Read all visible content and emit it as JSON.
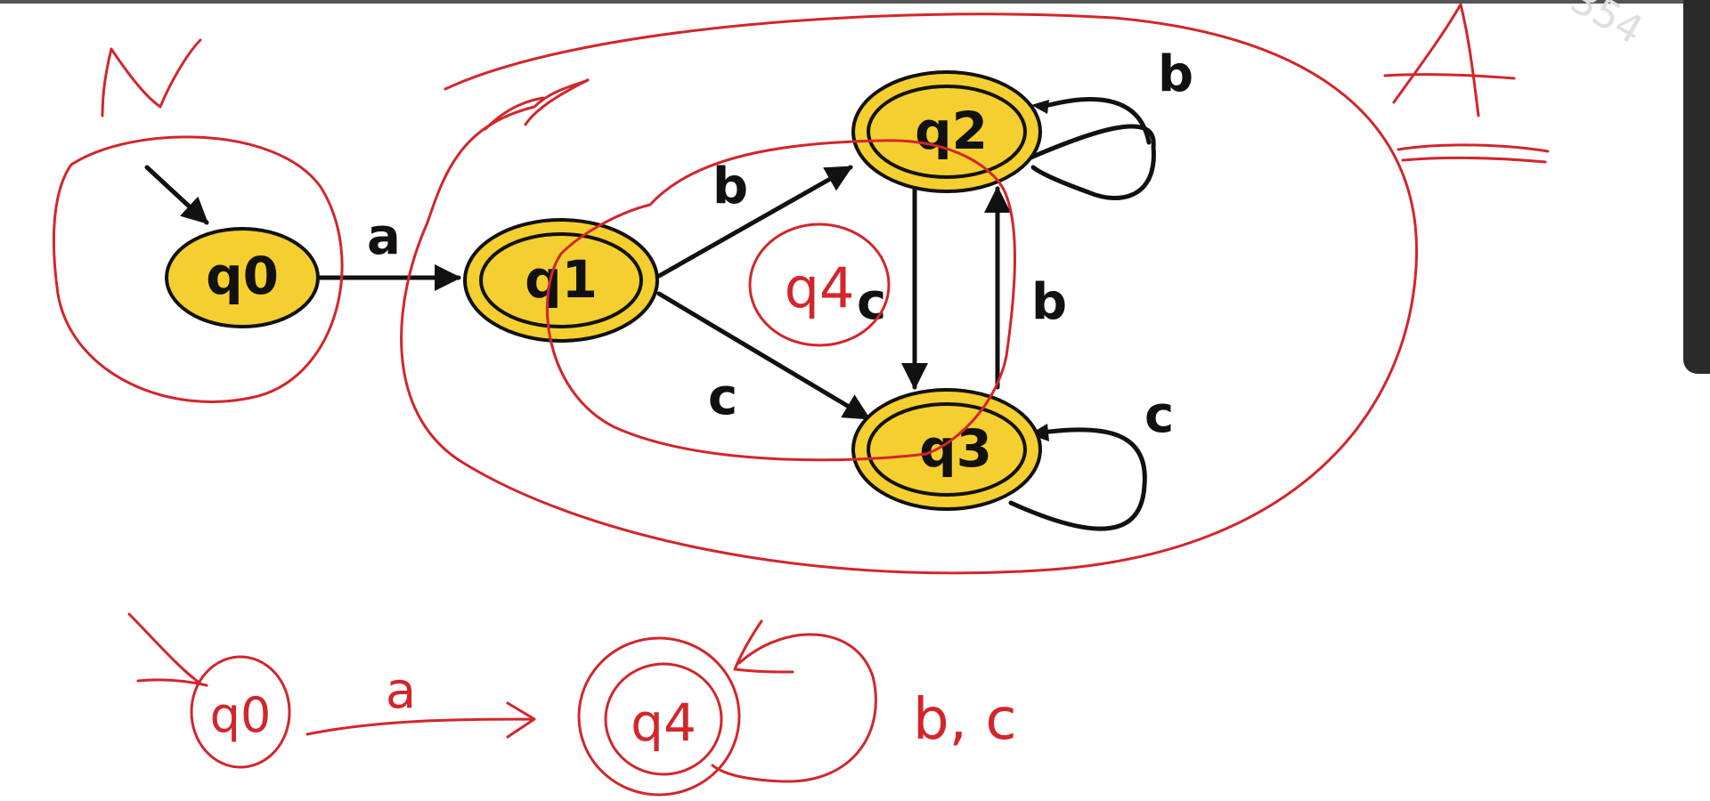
{
  "diagram": {
    "printed_states": [
      {
        "id": "q0",
        "label": "q0",
        "accepting": false,
        "start": true
      },
      {
        "id": "q1",
        "label": "q1",
        "accepting": true
      },
      {
        "id": "q2",
        "label": "q2",
        "accepting": true
      },
      {
        "id": "q3",
        "label": "q3",
        "accepting": true
      }
    ],
    "printed_transitions": [
      {
        "from": "q0",
        "to": "q1",
        "label": "a"
      },
      {
        "from": "q1",
        "to": "q2",
        "label": "b"
      },
      {
        "from": "q1",
        "to": "q3",
        "label": "c"
      },
      {
        "from": "q2",
        "to": "q3",
        "label": "c"
      },
      {
        "from": "q3",
        "to": "q2",
        "label": "b"
      },
      {
        "from": "q2",
        "to": "q2",
        "label": "b"
      },
      {
        "from": "q3",
        "to": "q3",
        "label": "c"
      }
    ],
    "state_fill": "#f4cf2f",
    "state_stroke": "#111111"
  },
  "handwriting": {
    "group_N": "N",
    "group_A": "A",
    "merged_state": "q4",
    "minimized": {
      "start_state": "q0",
      "edge_a": "a",
      "accept_state": "q4",
      "loop_label": "b, c"
    },
    "ink_color": "#d2262b"
  },
  "watermark": "354"
}
